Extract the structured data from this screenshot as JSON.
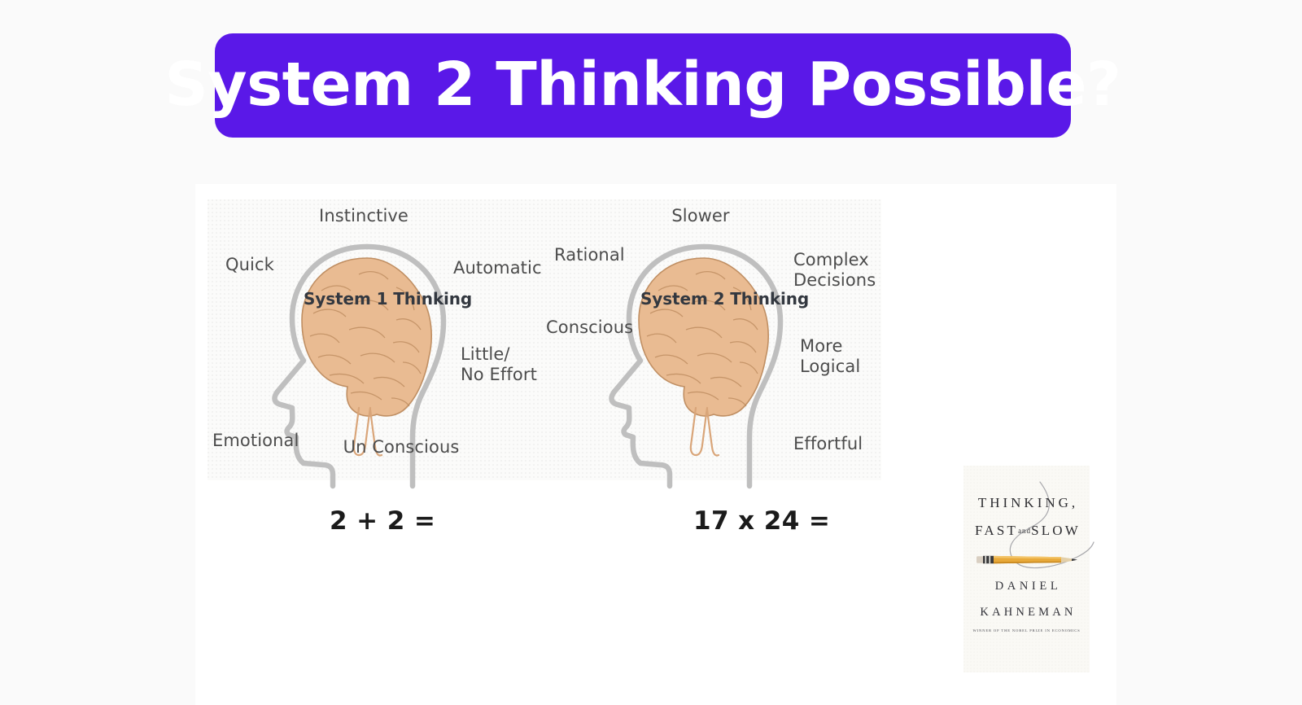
{
  "page": {
    "background_color": "#fafafa",
    "card_background": "#ffffff"
  },
  "header": {
    "title": "System 2 Thinking Possible?",
    "banner_color": "#5a18e8",
    "title_color": "#ffffff"
  },
  "diagram": {
    "panel_background": "#fbfbfa",
    "brain_fill": "#e9bb92",
    "brain_stroke": "#c08f63",
    "head_outline": "#bfbfbf",
    "label_color": "#4c4c4c",
    "systems": [
      {
        "id": "system-1",
        "center_label": "System 1 Thinking",
        "labels": {
          "top": "Instinctive",
          "upper_left": "Quick",
          "upper_right": "Automatic",
          "lower_right": "Little/\nNo Effort",
          "lower_left": "Emotional",
          "bottom": "Un Conscious"
        },
        "equation": "2 + 2 ="
      },
      {
        "id": "system-2",
        "center_label": "System 2 Thinking",
        "labels": {
          "top": "Slower",
          "upper_left": "Rational",
          "upper_right": "Complex\nDecisions",
          "lower_right": "More\nLogical",
          "lower_left": "Conscious",
          "bottom": "Effortful"
        },
        "equation": "17 x 24 ="
      }
    ]
  },
  "book": {
    "title_line_1": "THINKING,",
    "title_line_2_a": "FAST",
    "title_line_2_b": "and",
    "title_line_2_c": "SLOW",
    "author_line_1": "DANIEL",
    "author_line_2": "KAHNEMAN",
    "award_line": "WINNER OF THE NOBEL PRIZE IN ECONOMICS",
    "cover_background": "#faf9f5",
    "pencil_color": "#e8a93a"
  }
}
